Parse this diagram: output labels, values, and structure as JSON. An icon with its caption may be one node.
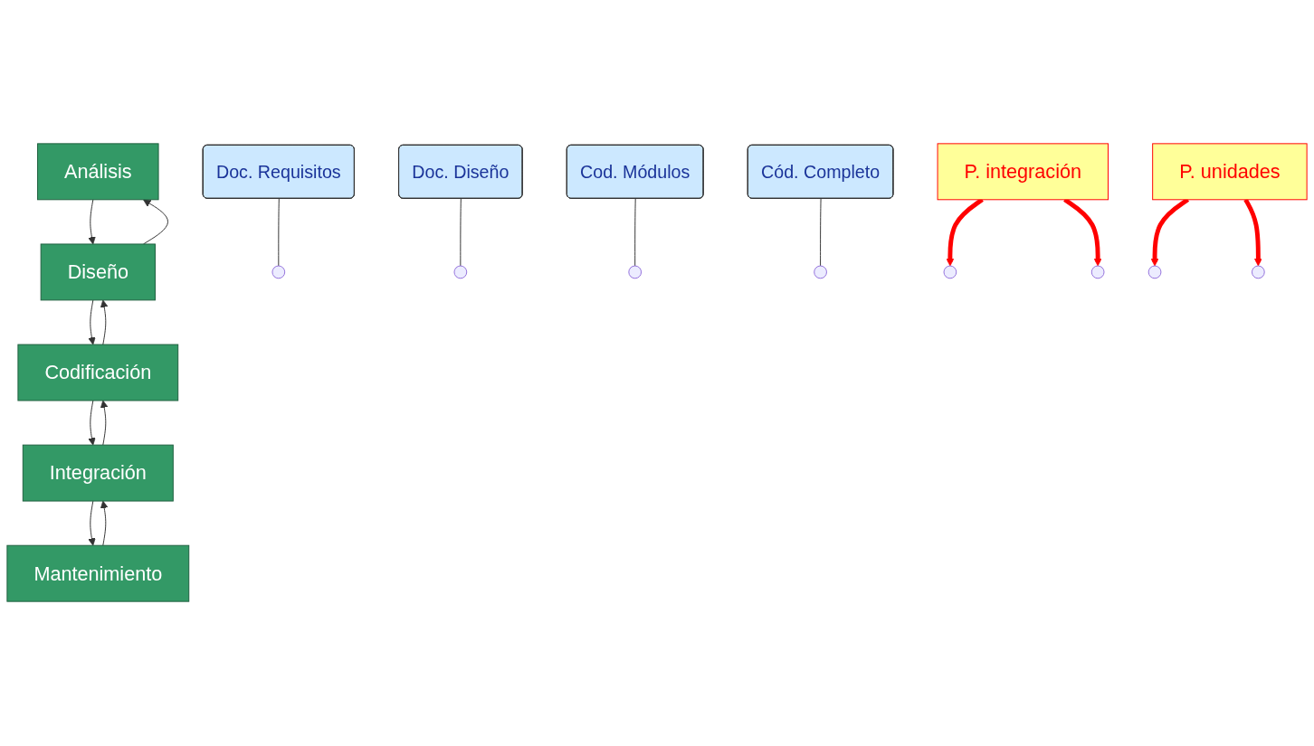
{
  "diagram": {
    "nodes": [
      {
        "text": [
          "Análisis"
        ]
      },
      {
        "text": [
          "Diseño"
        ]
      },
      {
        "text": [
          "Codificación"
        ]
      },
      {
        "text": [
          "Integración"
        ]
      },
      {
        "text": [
          "Mantenimiento"
        ]
      },
      {
        "text": [
          "Doc. Requisitos"
        ]
      },
      {
        "text": [
          "Doc. Diseño"
        ]
      },
      {
        "text": [
          "Cod. Módulos"
        ]
      },
      {
        "text": [
          "Cód. Completo"
        ]
      },
      {
        "text": [
          "P. integración"
        ]
      },
      {
        "text": [
          "P. unidades"
        ]
      }
    ],
    "edges": [
      {
        "from": 0,
        "to": 1,
        "arrow": "to"
      },
      {
        "from": 1,
        "to": 0,
        "arrow": "to"
      },
      {
        "from": 1,
        "to": 2,
        "arrow": "to"
      },
      {
        "from": 2,
        "to": 1,
        "arrow": "to"
      },
      {
        "from": 2,
        "to": 3,
        "arrow": "to"
      },
      {
        "from": 3,
        "to": 2,
        "arrow": "to"
      },
      {
        "from": 3,
        "to": 4,
        "arrow": "to"
      },
      {
        "from": 4,
        "to": 3,
        "arrow": "to"
      },
      {
        "from": 5,
        "to": null,
        "arrow": "none"
      },
      {
        "from": 6,
        "to": null,
        "arrow": "none"
      },
      {
        "from": 7,
        "to": null,
        "arrow": "none"
      },
      {
        "from": 8,
        "to": null,
        "arrow": "none"
      },
      {
        "from": 9,
        "to": null,
        "arrow": "to",
        "style": "thick",
        "color": "#ff0000"
      },
      {
        "from": 10,
        "to": null,
        "arrow": "to",
        "style": "thick",
        "color": "#ff0000"
      },
      {
        "from": 10,
        "to": null,
        "arrow": "to",
        "style": "thick",
        "color": "#ff0000"
      },
      {
        "from": 9,
        "to": null,
        "arrow": "to",
        "style": "thick",
        "color": "#ff0000"
      }
    ]
  }
}
